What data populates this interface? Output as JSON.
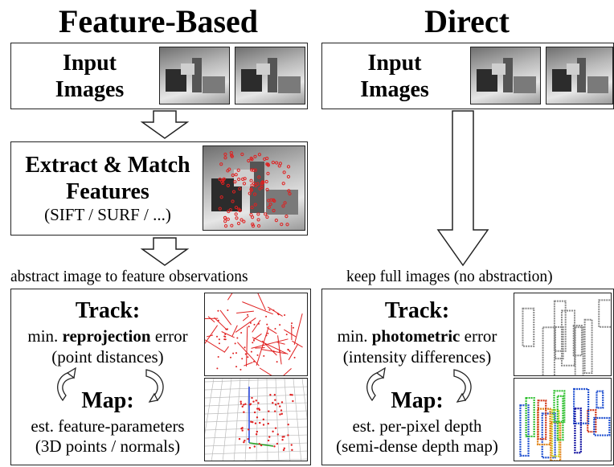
{
  "feature_based": {
    "title": "Feature-Based",
    "input": {
      "line1": "Input",
      "line2": "Images"
    },
    "extract": {
      "line1": "Extract & Match",
      "line2": "Features",
      "line3": "(SIFT / SURF / ...)"
    },
    "caption": "abstract image to feature observations",
    "track": {
      "title": "Track:",
      "pre": "min. ",
      "bold": "reprojection",
      "post": " error",
      "sub": "(point distances)"
    },
    "map": {
      "title": "Map:",
      "line1": "est. feature-parameters",
      "line2": "(3D points / normals)"
    }
  },
  "direct": {
    "title": "Direct",
    "input": {
      "line1": "Input",
      "line2": "Images"
    },
    "caption": "keep full images (no abstraction)",
    "track": {
      "title": "Track:",
      "pre": "min. ",
      "bold": "photometric",
      "post": " error",
      "sub": "(intensity differences)"
    },
    "map": {
      "title": "Map:",
      "line1": "est. per-pixel depth",
      "line2": "(semi-dense depth map)"
    }
  },
  "colors": {
    "feature_points": "#e02020",
    "box_border": "#222222",
    "arrow_fill": "#ffffff"
  },
  "icons": [
    "cycle-arrow-left-icon",
    "cycle-arrow-right-icon",
    "down-arrow-icon"
  ]
}
